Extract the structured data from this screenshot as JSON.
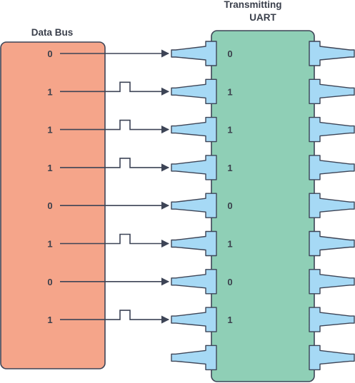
{
  "data_bus": {
    "label": "Data Bus",
    "bits": [
      "0",
      "1",
      "1",
      "1",
      "0",
      "1",
      "0",
      "1"
    ]
  },
  "uart": {
    "title_line1": "Transmitting",
    "title_line2": "UART",
    "bits": [
      "0",
      "1",
      "1",
      "1",
      "0",
      "1",
      "0",
      "1"
    ],
    "pin_rows": 9
  },
  "colors": {
    "data_bus_fill": "#f5a58a",
    "uart_fill": "#8fcfb6",
    "pin_fill": "#a6d9f5",
    "line": "#3d4456",
    "text": "#3a3f4b"
  }
}
